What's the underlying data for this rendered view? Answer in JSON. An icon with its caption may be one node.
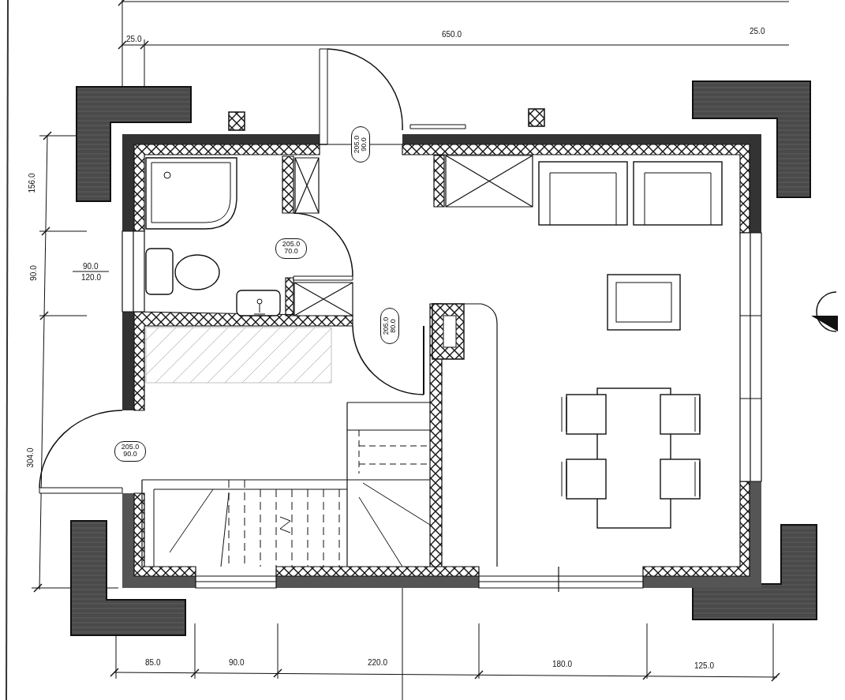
{
  "diagram": {
    "nodes": [
      {
        "text": [
          "205.0",
          "90.0"
        ]
      },
      {
        "text": [
          "205.0",
          "70.0"
        ]
      },
      {
        "text": [
          "205.0",
          "80.0"
        ]
      },
      {
        "text": [
          "205.0",
          "90.0"
        ]
      }
    ],
    "labels": [
      "25.0",
      "650.0",
      "25.0",
      "156.0",
      "90.0",
      "90.0",
      "120.0",
      "304.0",
      "85.0",
      "90.0",
      "220.0",
      "180.0",
      "125.0"
    ]
  }
}
